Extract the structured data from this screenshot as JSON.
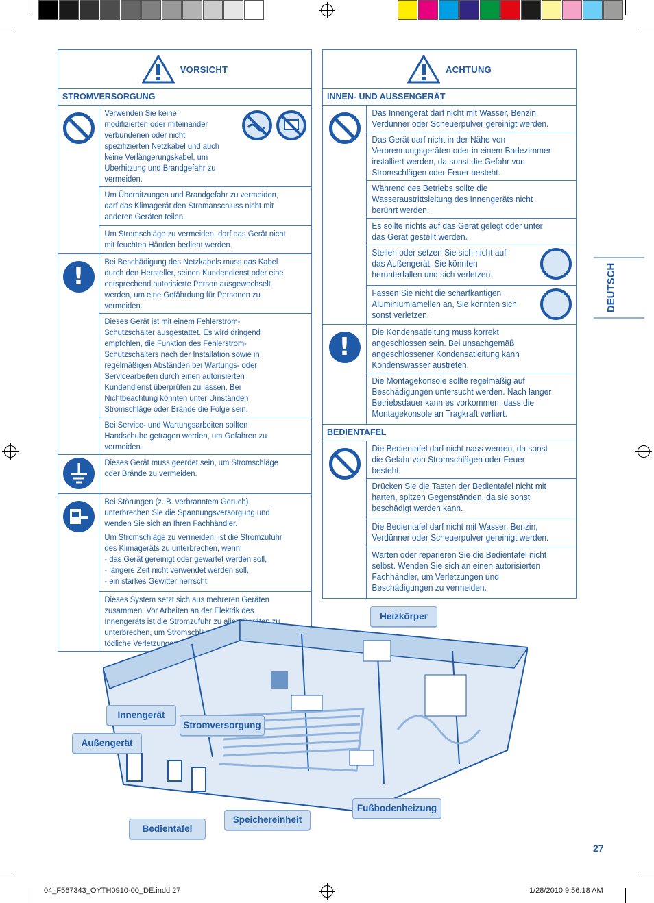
{
  "colors": {
    "primary": "#1e5aa8",
    "border": "#3d7cc9",
    "light": "#cfe0f3"
  },
  "left": {
    "header": "VORSICHT",
    "section": "STROMVERSORGUNG",
    "t1": "Verwenden Sie keine modifizierten oder miteinander verbundenen oder nicht spezifizierten Netzkabel und auch keine Verlängerungskabel, um Überhitzung und Brandgefahr zu vermeiden.",
    "t2": "Um Überhitzungen und Brandgefahr zu vermeiden, darf das Klimagerät den Stromanschluss nicht mit anderen Geräten teilen.",
    "t3": "Um Stromschläge zu vermeiden, darf das Gerät nicht mit feuchten Händen bedient werden.",
    "t4": "Bei Beschädigung des Netzkabels muss das Kabel durch den Hersteller, seinen Kundendienst oder eine entsprechend autorisierte Person ausgewechselt werden, um eine Gefährdung für Personen zu vermeiden.",
    "t5": "Dieses Gerät ist mit einem Fehlerstrom-Schutzschalter ausgestattet. Es wird dringend empfohlen, die Funktion des Fehlerstrom-Schutzschalters nach der Installation sowie in regelmäßigen Abständen bei Wartungs- oder Servicearbeiten durch einen autorisierten Kundendienst überprüfen zu lassen. Bei Nichtbeachtung könnten unter Umständen Stromschläge oder Brände die Folge sein.",
    "t6": "Bei Service- und Wartungsarbeiten sollten Handschuhe getragen werden, um Gefahren zu vermeiden.",
    "t7": "Dieses Gerät muss geerdet sein, um Stromschläge oder Brände zu vermeiden.",
    "t8a": "Bei Störungen (z. B. verbranntem Geruch) unterbrechen Sie die Spannungsversorgung und wenden Sie sich an Ihren Fachhändler.",
    "t8b": "Um Stromschläge zu vermeiden, ist die Stromzufuhr des Klimageräts zu unterbrechen, wenn:",
    "t8c": "- das Gerät gereinigt oder gewartet werden soll,",
    "t8d": "- längere Zeit nicht verwendet werden soll,",
    "t8e": "- ein starkes Gewitter herrscht.",
    "t9": "Dieses System setzt sich aus mehreren Geräten zusammen. Vor Arbeiten an der Elektrik des Innengeräts ist die Stromzufuhr zu allen Geräten zu unterbrechen, um Stromschläge, Verbrennungen oder tödliche Verletzungen zu vermeiden."
  },
  "right": {
    "header": "ACHTUNG",
    "section1": "INNEN- UND AUSSENGERÄT",
    "r1": "Das Innengerät darf nicht mit Wasser, Benzin, Verdünner oder Scheuerpulver gereinigt werden.",
    "r2": "Das Gerät darf nicht in der Nähe von Verbrennungsgeräten oder in einem Badezimmer installiert werden, da sonst die Gefahr von Stromschlägen oder Feuer besteht.",
    "r3": "Während des Betriebs sollte die Wasseraustrittsleitung des Innengeräts nicht berührt werden.",
    "r4": "Es sollte nichts auf das Gerät gelegt oder unter das Gerät gestellt werden.",
    "r5": "Stellen oder setzen Sie sich nicht auf das Außengerät, Sie könnten herunterfallen und sich verletzen.",
    "r6": "Fassen Sie nicht die scharfkantigen Aluminiumlamellen an, Sie könnten sich sonst verletzen.",
    "r7": "Die Kondensatleitung muss korrekt angeschlossen sein. Bei unsachgemäß angeschlossener Kondensatleitung kann Kondenswasser austreten.",
    "r8": "Die Montagekonsole sollte regelmäßig auf Beschädigungen untersucht werden. Nach langer Betriebsdauer kann es vorkommen, dass die Montagekonsole an Tragkraft verliert.",
    "section2": "BEDIENTAFEL",
    "r9": "Die Bedientafel darf nicht nass werden, da sonst die Gefahr von Stromschlägen oder Feuer besteht.",
    "r10": "Drücken Sie die Tasten der Bedientafel nicht mit harten, spitzen Gegenständen, da sie sonst beschädigt werden kann.",
    "r11": "Die Bedientafel darf nicht mit Wasser, Benzin, Verdünner oder Scheuerpulver gereinigt werden.",
    "r12": "Warten oder reparieren Sie die Bedientafel nicht selbst. Wenden Sie sich an einen autorisierten Fachhändler, um Verletzungen und Beschädigungen zu vermeiden."
  },
  "tab": "DEUTSCH",
  "callouts": {
    "heizkoerper": "Heizkörper",
    "innengeraet": "Innengerät",
    "stromversorgung": "Stromversorgung",
    "aussengeraet": "Außengerät",
    "bedientafel": "Bedientafel",
    "speichereinheit": "Speichereinheit",
    "fussbodenheizung": "Fußbodenheizung"
  },
  "page_number": "27",
  "footer": {
    "file": "04_F567343_OYTH0910-00_DE.indd   27",
    "date": "1/28/2010   9:56:18 AM"
  },
  "swatches_gray": [
    "#000000",
    "#1a1a1a",
    "#333333",
    "#4d4d4d",
    "#666666",
    "#808080",
    "#999999",
    "#b3b3b3",
    "#cccccc",
    "#e6e6e6",
    "#ffffff"
  ],
  "swatches_color": [
    "#ffed00",
    "#e6007e",
    "#009fe3",
    "#312783",
    "#009640",
    "#e30613",
    "#1d1d1b",
    "#fff59b",
    "#f5a3c7",
    "#6dcff6",
    "#9d9d9c"
  ]
}
